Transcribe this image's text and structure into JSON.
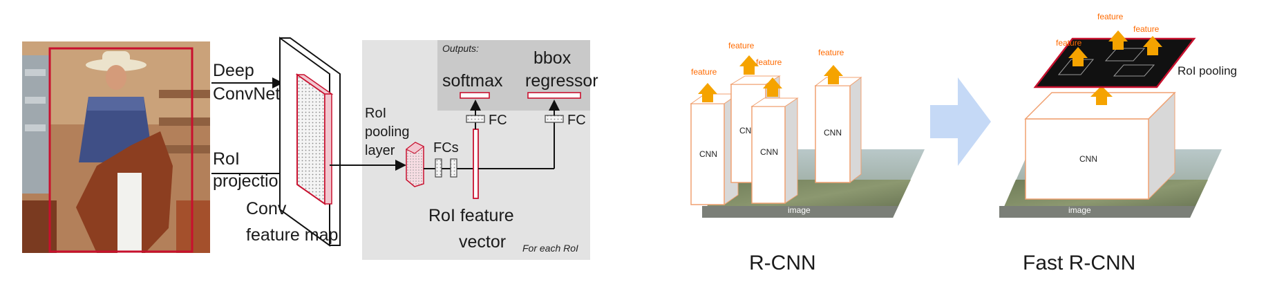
{
  "left": {
    "deep_convnet": [
      "Deep",
      "ConvNet"
    ],
    "roi_projection": [
      "RoI",
      "projection"
    ],
    "conv_feature_map": [
      "Conv",
      "feature map"
    ],
    "roi_pooling_layer": [
      "RoI",
      "pooling",
      "layer"
    ],
    "fcs": "FCs",
    "roi_feature_vector": [
      "RoI feature",
      "vector"
    ],
    "outputs": "Outputs:",
    "softmax": "softmax",
    "bbox_regressor": [
      "bbox",
      "regressor"
    ],
    "fc1": "FC",
    "fc2": "FC",
    "for_each_roi": "For each RoI"
  },
  "rcnn": {
    "caption": "R-CNN",
    "cnn_labels": [
      "CNN",
      "CNN",
      "CNN",
      "CNN"
    ],
    "feature_labels": [
      "feature",
      "feature",
      "feature",
      "feature"
    ],
    "image_label": "image"
  },
  "fast_rcnn": {
    "caption": "Fast R-CNN",
    "cnn_label": "CNN",
    "feature_labels": [
      "feature",
      "feature",
      "feature"
    ],
    "roi_pooling": "RoI pooling",
    "image_label": "image"
  },
  "colors": {
    "accent_red": "#c8102e",
    "orange": "#f5a300",
    "box_orange": "#f0a070",
    "gray_panel": "#e3e3e3",
    "dark_panel": "#c9c9c9",
    "arrow_blue": "#c5d9f6"
  }
}
